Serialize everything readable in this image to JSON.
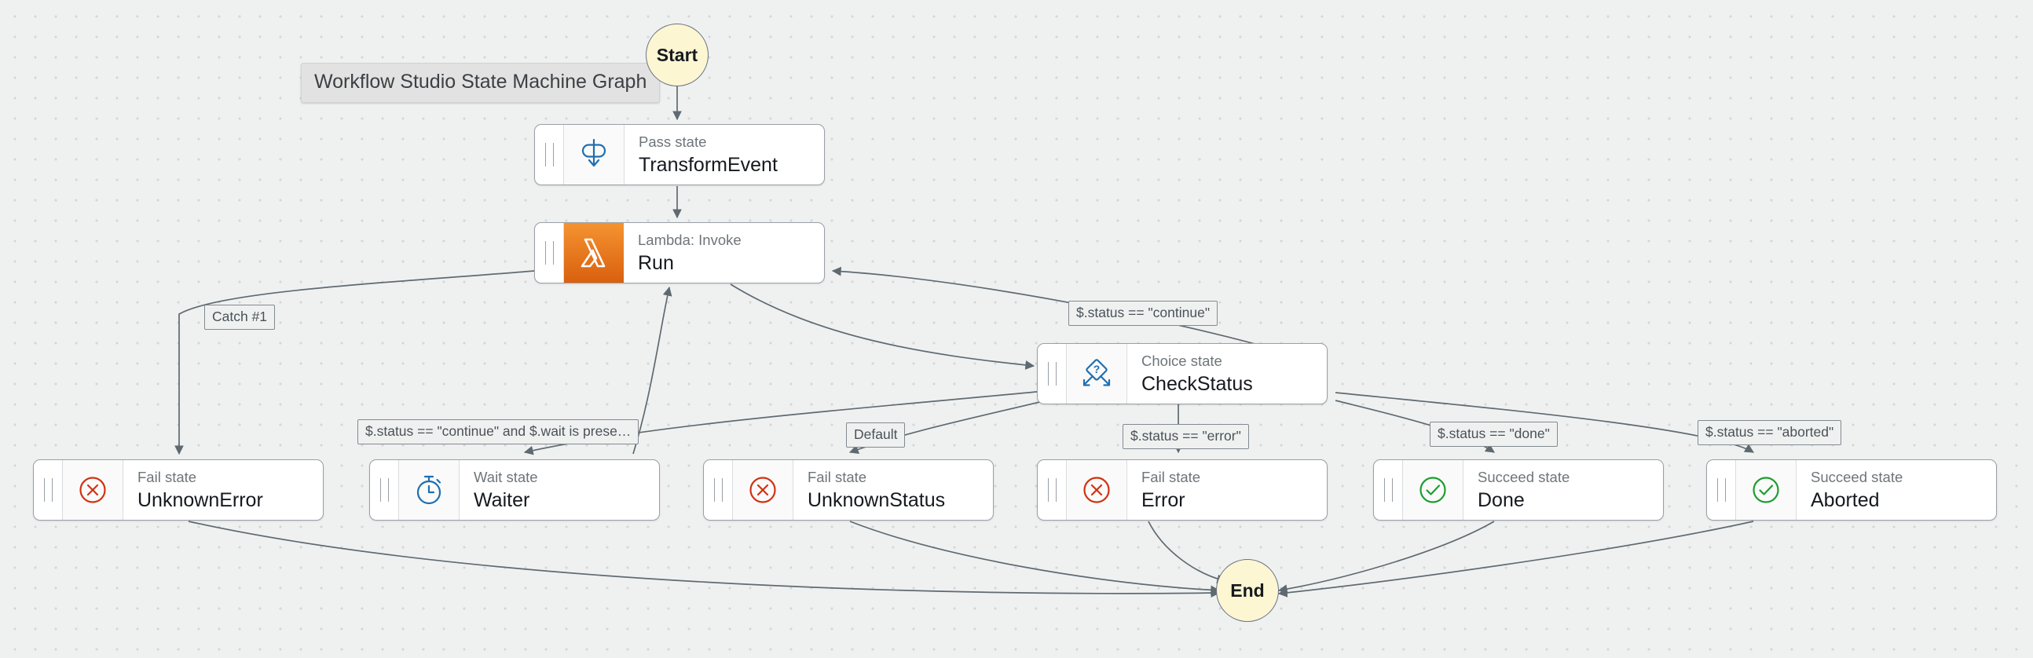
{
  "canvas": {
    "title_chip": "Workflow Studio State Machine Graph",
    "background_color": "#eff1f1",
    "grid": "dotted"
  },
  "terminals": [
    {
      "id": "start",
      "label": "Start",
      "color": "#fcf6d3"
    },
    {
      "id": "end",
      "label": "End",
      "color": "#fcf6d3"
    }
  ],
  "nodes": [
    {
      "id": "transform-event",
      "kind": "Pass state",
      "name": "TransformEvent",
      "icon": "pass-state-icon",
      "icon_color": "#1f6fb2"
    },
    {
      "id": "run",
      "kind": "Lambda: Invoke",
      "name": "Run",
      "icon": "aws-lambda-icon",
      "icon_color": "#ffffff",
      "icon_bg": "#e8791a"
    },
    {
      "id": "check-status",
      "kind": "Choice state",
      "name": "CheckStatus",
      "icon": "choice-state-icon",
      "icon_color": "#1f6fb2"
    },
    {
      "id": "unknown-error",
      "kind": "Fail state",
      "name": "UnknownError",
      "icon": "fail-state-icon",
      "icon_color": "#d13212"
    },
    {
      "id": "waiter",
      "kind": "Wait state",
      "name": "Waiter",
      "icon": "wait-state-icon",
      "icon_color": "#1f6fb2"
    },
    {
      "id": "unknown-status",
      "kind": "Fail state",
      "name": "UnknownStatus",
      "icon": "fail-state-icon",
      "icon_color": "#d13212"
    },
    {
      "id": "error",
      "kind": "Fail state",
      "name": "Error",
      "icon": "fail-state-icon",
      "icon_color": "#d13212"
    },
    {
      "id": "done",
      "kind": "Succeed state",
      "name": "Done",
      "icon": "succeed-state-icon",
      "icon_color": "#1d9e2f"
    },
    {
      "id": "aborted",
      "kind": "Succeed state",
      "name": "Aborted",
      "icon": "succeed-state-icon",
      "icon_color": "#1d9e2f"
    }
  ],
  "edge_labels": [
    {
      "id": "catch-1",
      "text": "Catch #1"
    },
    {
      "id": "continue-to-run",
      "text": "$.status == \"continue\""
    },
    {
      "id": "continue-and-wait",
      "text": "$.status == \"continue\" and $.wait is prese…"
    },
    {
      "id": "default",
      "text": "Default"
    },
    {
      "id": "status-error",
      "text": "$.status == \"error\""
    },
    {
      "id": "status-done",
      "text": "$.status == \"done\""
    },
    {
      "id": "status-aborted",
      "text": "$.status == \"aborted\""
    }
  ]
}
